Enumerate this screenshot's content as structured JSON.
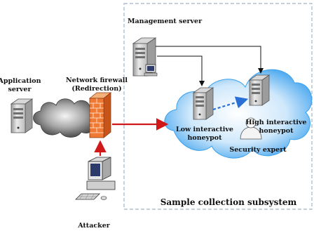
{
  "labels": {
    "management_server": "Management server",
    "application_server_line1": "Application",
    "application_server_line2": "server",
    "firewall_line1": "Network firewall",
    "firewall_line2": "(Redirection)",
    "low_honeypot_line1": "Low interactive",
    "low_honeypot_line2": "honeypot",
    "high_honeypot_line1": "High  interactive",
    "high_honeypot_line2": "honeypot",
    "security_expert": "Security expert",
    "subsystem": "Sample collection subsystem",
    "attacker": "Attacker"
  },
  "colors": {
    "subsystem_border": "#9fb3c8",
    "cloud_blue": "#3aa0ee",
    "cloud_gray": "#6f6f6f",
    "arrow_red": "#d01818",
    "firewall_brick": "#f07a33",
    "dashed_arrow": "#2a6fd6"
  },
  "icons": {
    "server": "server-tower-icon",
    "firewall": "brick-wall-icon",
    "attacker": "desktop-computer-icon",
    "expert": "person-icon"
  }
}
